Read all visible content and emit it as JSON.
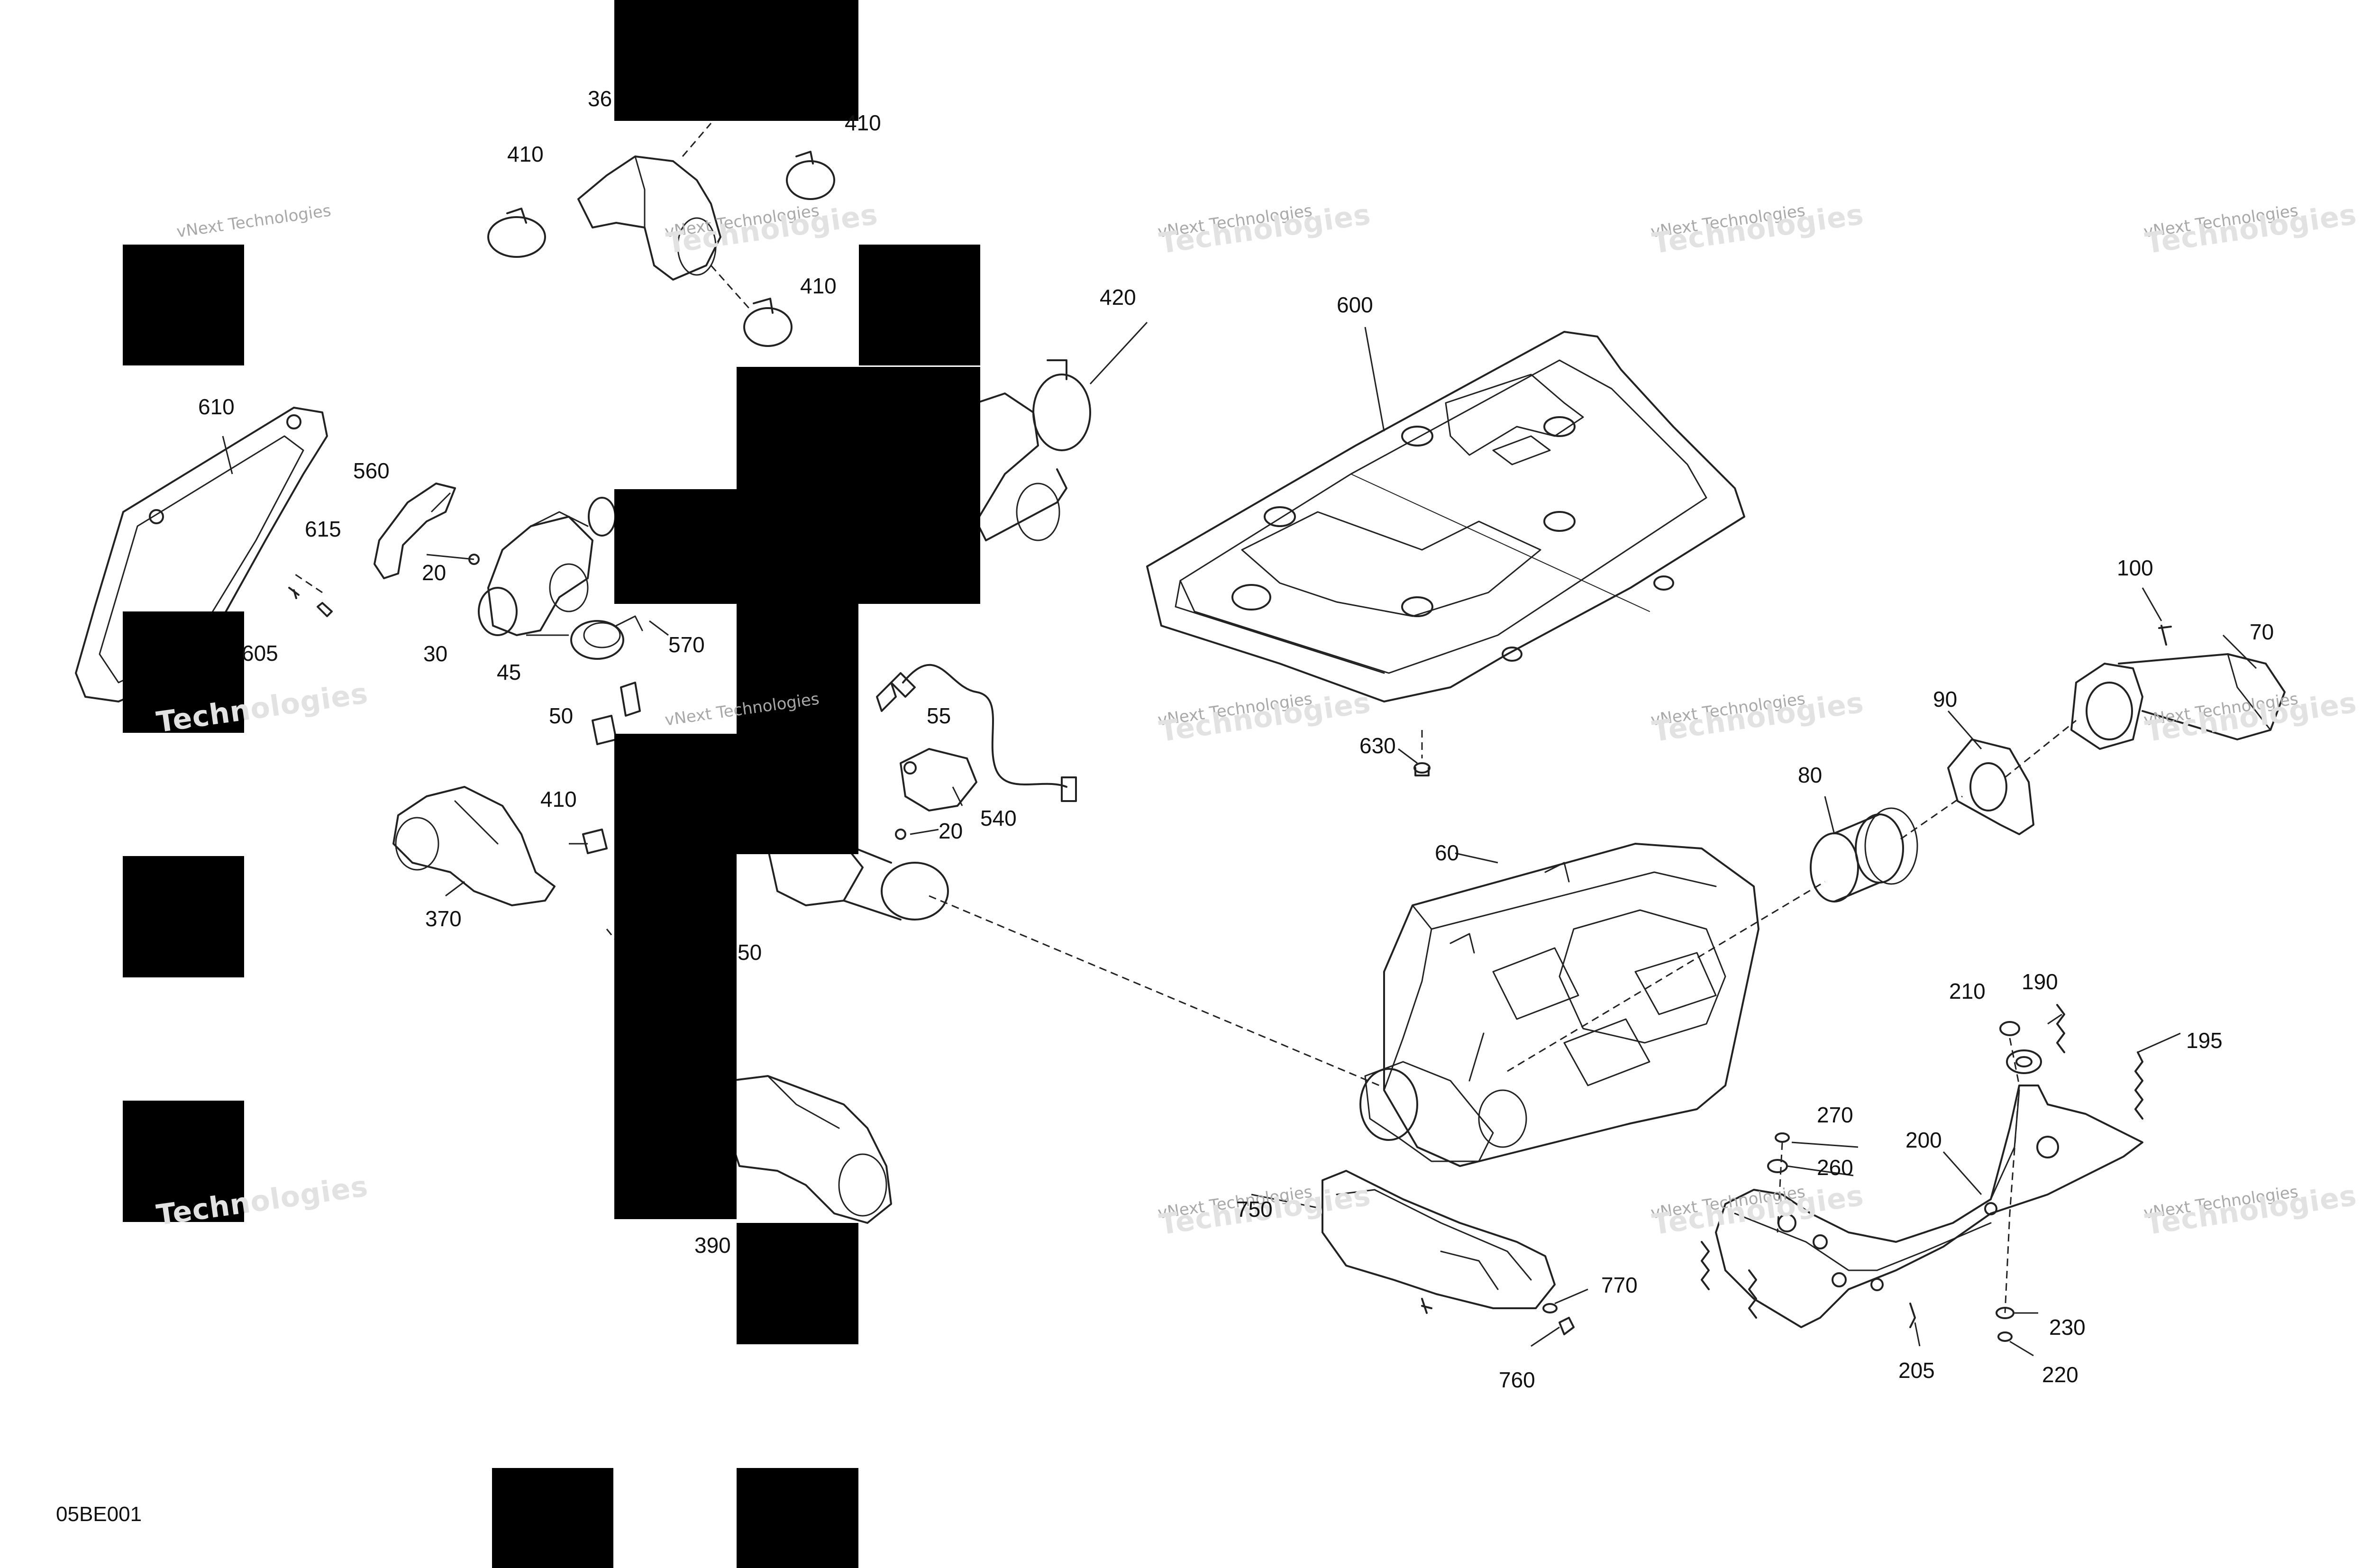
{
  "figure_code": "05BE001",
  "watermark": {
    "line1": "vNext Technologies",
    "line2": "Technologies"
  },
  "callouts": [
    "36",
    "410",
    "410",
    "410",
    "420",
    "600",
    "610",
    "560",
    "615",
    "20",
    "30",
    "45",
    "570",
    "605",
    "50",
    "55",
    "540",
    "20",
    "410",
    "370",
    "50",
    "390",
    "100",
    "70",
    "90",
    "630",
    "80",
    "60",
    "210",
    "190",
    "195",
    "270",
    "260",
    "200",
    "750",
    "770",
    "760",
    "205",
    "230",
    "220"
  ],
  "colors": {
    "line": "#222222",
    "redaction": "#000000",
    "watermark": "#b9b9b9"
  }
}
